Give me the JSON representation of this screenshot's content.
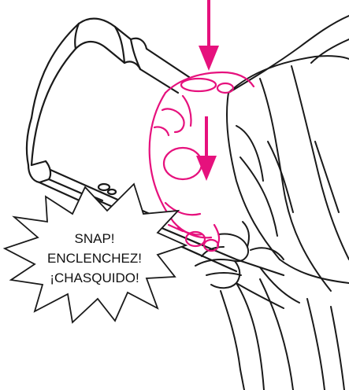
{
  "callout": {
    "lines": [
      "SNAP!",
      "ENCLENCHEZ!",
      "¡CHASQUIDO!"
    ]
  },
  "colors": {
    "line_art": "#1a1a1a",
    "highlight": "#e6117d"
  },
  "icons": {
    "arrow": "down-arrow-icon"
  }
}
